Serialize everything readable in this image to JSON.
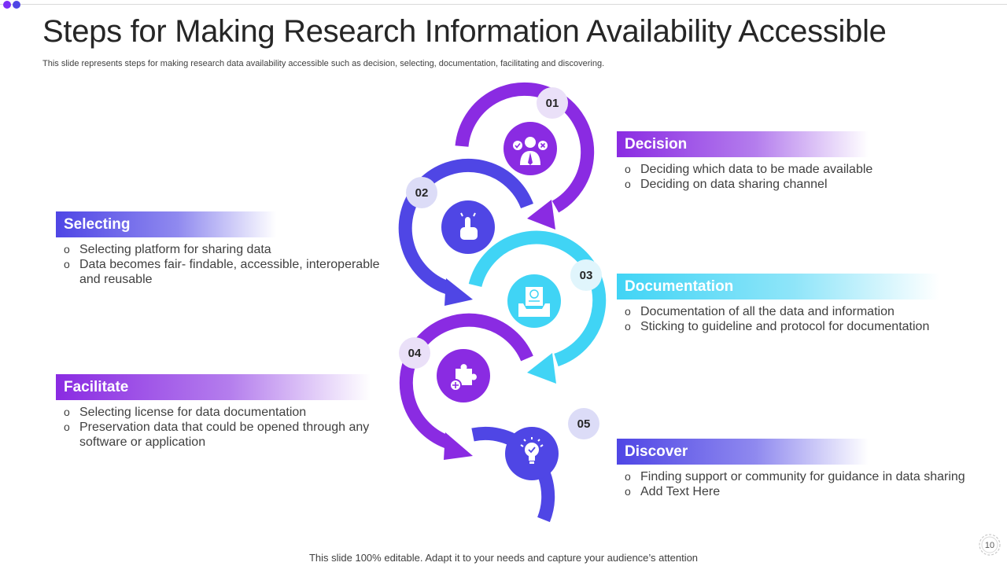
{
  "title": "Steps for Making Research Information Availability Accessible",
  "subtitle": "This slide represents steps for making research data availability accessible such as decision, selecting, documentation, facilitating and discovering.",
  "bullet_symbol": "o",
  "steps": [
    {
      "number": "01",
      "title": "Decision",
      "icon": "user-decision-icon",
      "color": "#8a2be2",
      "bullets": [
        "Deciding which data to be made available",
        "Deciding on data sharing channel"
      ]
    },
    {
      "number": "02",
      "title": "Selecting",
      "icon": "hand-pointer-icon",
      "color": "#4f46e5",
      "bullets": [
        "Selecting platform for sharing data",
        "Data becomes fair- findable, accessible, interoperable and reusable"
      ]
    },
    {
      "number": "03",
      "title": "Documentation",
      "icon": "document-inbox-icon",
      "color": "#40d4f5",
      "bullets": [
        "Documentation  of all the data and information",
        "Sticking to guideline and protocol for documentation"
      ]
    },
    {
      "number": "04",
      "title": "Facilitate",
      "icon": "puzzle-icon",
      "color": "#8a2be2",
      "bullets": [
        "Selecting license for data documentation",
        "Preservation data that  could be opened through  any software or application"
      ]
    },
    {
      "number": "05",
      "title": "Discover",
      "icon": "lightbulb-icon",
      "color": "#4f46e5",
      "bullets": [
        "Finding support or community  for guidance in data sharing",
        "Add Text Here"
      ]
    }
  ],
  "footer": "This slide 100% editable. Adapt it to your needs and capture your audience’s attention",
  "page_number": "10"
}
